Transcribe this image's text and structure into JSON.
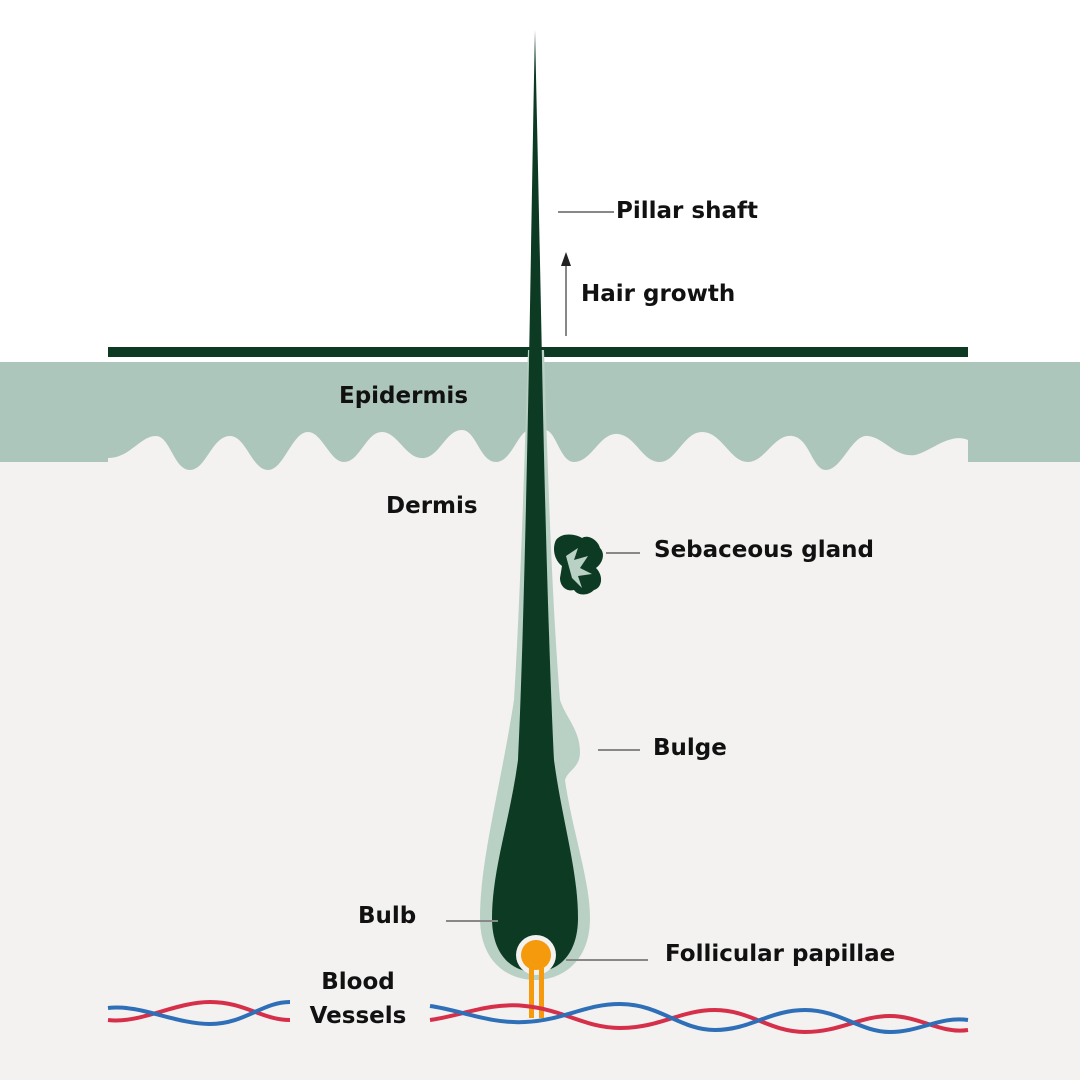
{
  "labels": {
    "pillar_shaft": "Pillar shaft",
    "hair_growth": "Hair growth",
    "epidermis": "Epidermis",
    "dermis": "Dermis",
    "sebaceous_gland": "Sebaceous gland",
    "bulge": "Bulge",
    "bulb": "Bulb",
    "follicular_papillae": "Follicular papillae",
    "blood_vessels_line1": "Blood",
    "blood_vessels_line2": "Vessels"
  },
  "colors": {
    "background": "#ffffff",
    "dermis": "#f3f2f1",
    "epidermis": "#adc6bc",
    "sheath": "#b9d0c4",
    "hair": "#0d3a22",
    "papilla": "#f59a0c",
    "vessel_red": "#d62f4a",
    "vessel_blue": "#2e6fb8",
    "leader_line": "#888888"
  }
}
